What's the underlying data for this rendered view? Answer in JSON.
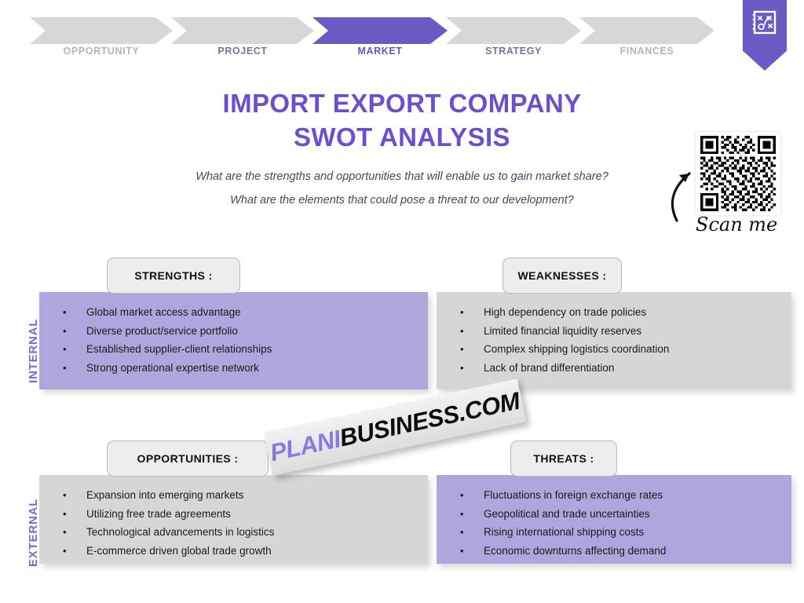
{
  "nav": {
    "items": [
      {
        "label": "OPPORTUNITY",
        "active": false,
        "color": "#b4b4b4"
      },
      {
        "label": "PROJECT",
        "active": false,
        "color": "#6e7b93"
      },
      {
        "label": "MARKET",
        "active": true,
        "color": "#6b4fd0"
      },
      {
        "label": "STRATEGY",
        "active": false,
        "color": "#6e7b93"
      },
      {
        "label": "FINANCES",
        "active": false,
        "color": "#b4b4b4"
      }
    ],
    "active_color": "#6b5ac4",
    "inactive_color": "#d7d7d7"
  },
  "logo": {
    "icon": "strategy-board-icon",
    "color": "#6b5ac4"
  },
  "title": {
    "line1": "IMPORT EXPORT COMPANY",
    "line2": "SWOT ANALYSIS",
    "color": "#6b4fd0"
  },
  "subtitles": [
    "What are the strengths and opportunities that will enable us to gain market share?",
    "What are the elements that could pose a threat to our development?"
  ],
  "qr": {
    "caption": "Scan me",
    "icon": "qr-code-icon",
    "arrow_icon": "curved-arrow-icon"
  },
  "axes": {
    "internal": "INTERNAL",
    "external": "EXTERNAL",
    "color": "#7b68d4"
  },
  "quadrants": [
    {
      "id": "strengths",
      "heading": "STRENGTHS :",
      "fill": "purple",
      "items": [
        "Global market access advantage",
        "Diverse product/service portfolio",
        "Established supplier-client relationships",
        "Strong operational expertise network"
      ]
    },
    {
      "id": "weaknesses",
      "heading": "WEAKNESSES :",
      "fill": "gray",
      "items": [
        "High dependency on trade policies",
        "Limited financial liquidity reserves",
        "Complex shipping logistics coordination",
        "Lack of brand differentiation"
      ]
    },
    {
      "id": "opportunities",
      "heading": "OPPORTUNITIES :",
      "fill": "gray",
      "items": [
        "Expansion into emerging markets",
        "Utilizing free trade agreements",
        "Technological advancements in logistics",
        "E-commerce driven global trade growth"
      ]
    },
    {
      "id": "threats",
      "heading": "THREATS :",
      "fill": "purple",
      "items": [
        "Fluctuations in foreign exchange rates",
        "Geopolitical and trade uncertainties",
        "Rising international shipping costs",
        "Economic downturns affecting demand"
      ]
    }
  ],
  "watermark": {
    "part1": "PLANI",
    "part2": "BUSINESS.COM"
  },
  "palette": {
    "purple_panel": "#b0a6de",
    "gray_panel": "#d6d6d6",
    "accent": "#6b5ac4"
  }
}
